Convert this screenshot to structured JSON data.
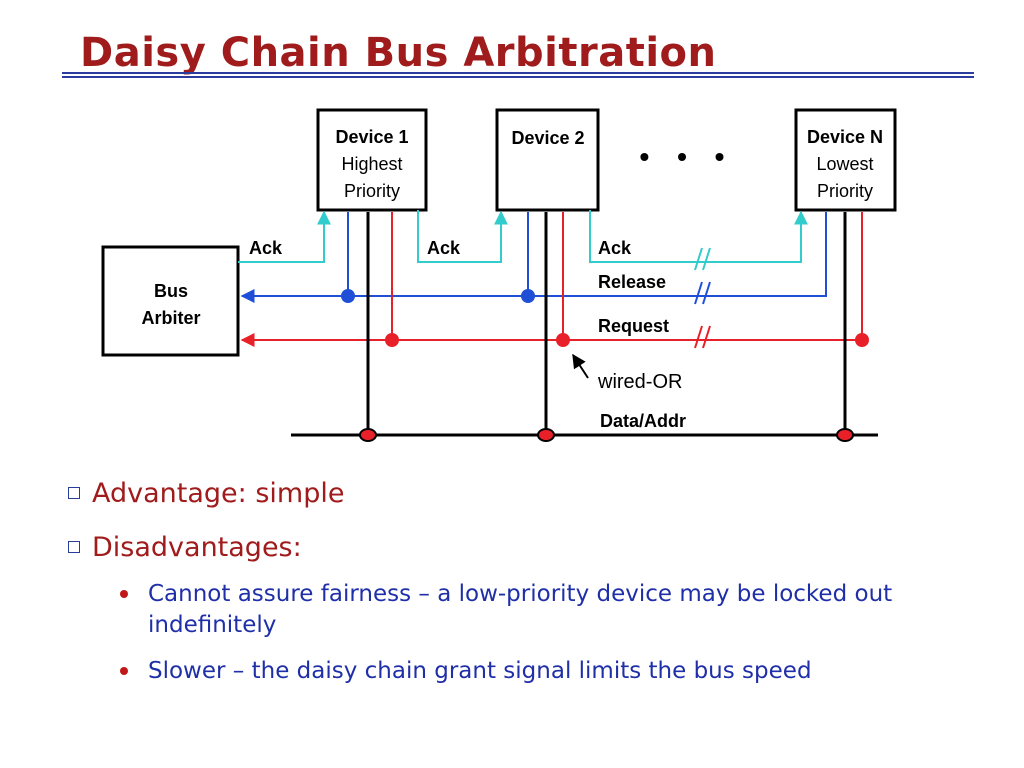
{
  "slide": {
    "title": "Daisy Chain Bus Arbitration"
  },
  "diagram": {
    "arbiter_label": [
      "Bus",
      "Arbiter"
    ],
    "devices": [
      {
        "name": "Device 1",
        "line2": "Highest",
        "line3": "Priority"
      },
      {
        "name": "Device 2",
        "line2": "",
        "line3": ""
      },
      {
        "name": "Device N",
        "line2": "Lowest",
        "line3": "Priority"
      }
    ],
    "ellipsis": "• • •",
    "ack_labels": [
      "Ack",
      "Ack",
      "Ack"
    ],
    "release_label": "Release",
    "request_label": "Request",
    "wired_or_label": "wired-OR",
    "data_addr_label": "Data/Addr",
    "colors": {
      "ack": "#33cccc",
      "release": "#1f4fd6",
      "request": "#e8202a",
      "data": "#000000",
      "title": "#a01b1b",
      "rule": "#2a3d9e"
    }
  },
  "bullets": {
    "advantage": "Advantage: simple",
    "disadvantages": "Disadvantages:",
    "sub": [
      "Cannot assure fairness – a low-priority device may be locked out indefinitely",
      "Slower – the daisy chain grant signal limits the bus speed"
    ]
  }
}
